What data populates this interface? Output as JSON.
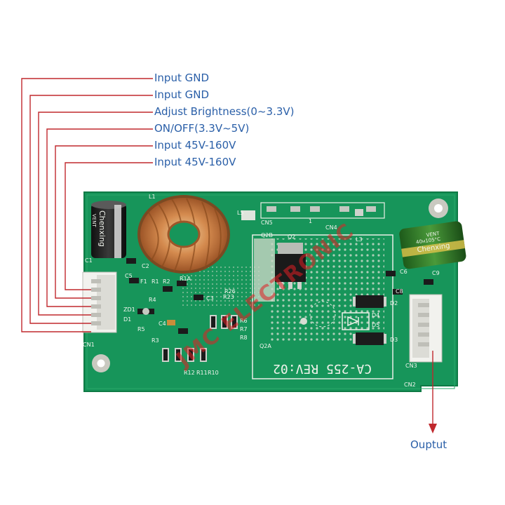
{
  "pin_labels": [
    "Input GND",
    "Input GND",
    "Adjust Brightness(0~3.3V)",
    "ON/OFF(3.3V~5V)",
    "Input 45V-160V",
    "Input 45V-160V"
  ],
  "output_label": "Ouptut",
  "board": {
    "model_silk": "CA-255 REV:02",
    "watermark": "JMC ELECTRONIC",
    "capacitor_brand": "Chenxing",
    "capacitor_vent": "VENT",
    "capacitor_rating": "40ʜ105°C",
    "silkscreen": [
      "L1",
      "L5",
      "L3",
      "C1",
      "C2",
      "CN1",
      "CN2",
      "CN3",
      "CN4",
      "CN5",
      "Q2",
      "Q2A",
      "Q2B",
      "F1",
      "R1",
      "R2",
      "R1A",
      "ZD1",
      "D1",
      "D2",
      "D3",
      "D4",
      "D5",
      "R5",
      "R3",
      "C3",
      "C4",
      "C6",
      "C8",
      "R8",
      "R7",
      "R6",
      "R23",
      "R26",
      "R4",
      "R10",
      "R12",
      "R11",
      "C5",
      "C9",
      "1"
    ],
    "pcb_color": "#17955a",
    "label_color": "#2a5fa8",
    "wire_color": "#c0282d"
  }
}
